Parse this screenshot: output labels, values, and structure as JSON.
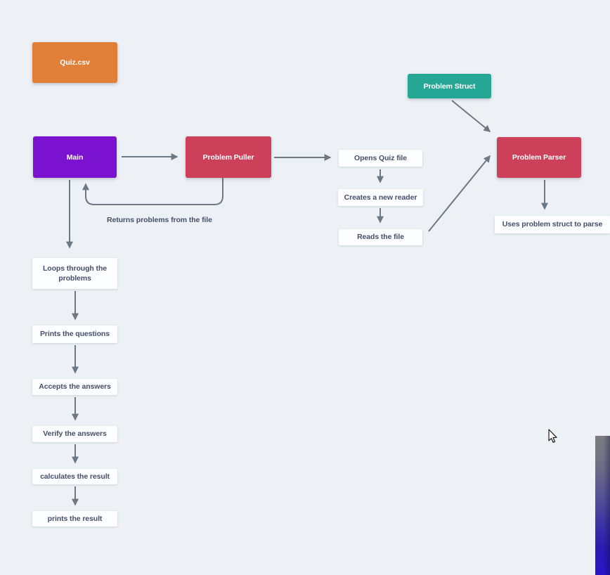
{
  "canvas": {
    "background": "#edf1f6"
  },
  "colors": {
    "orange": "#e08038",
    "purple": "#7a12d0",
    "crimson": "#cc4059",
    "teal": "#26a795",
    "arrow": "#6d7885",
    "step_text": "#44506a"
  },
  "nodes": {
    "quiz_csv": "Quiz.csv",
    "problem_struct": "Problem Struct",
    "main": "Main",
    "problem_puller": "Problem Puller",
    "problem_parser": "Problem Parser",
    "opens_quiz_file": "Opens Quiz file",
    "creates_new_reader": "Creates a new reader",
    "reads_file": "Reads the file",
    "uses_problem_struct": "Uses problem struct to parse",
    "loops_through_problems": "Loops through the problems",
    "prints_questions": "Prints the questions",
    "accepts_answers": "Accepts the answers",
    "verify_answers": "Verify the answers",
    "calculates_result": "calculates the result",
    "prints_result": "prints the result"
  },
  "edge_labels": {
    "returns_problems": "Returns problems from the file"
  }
}
